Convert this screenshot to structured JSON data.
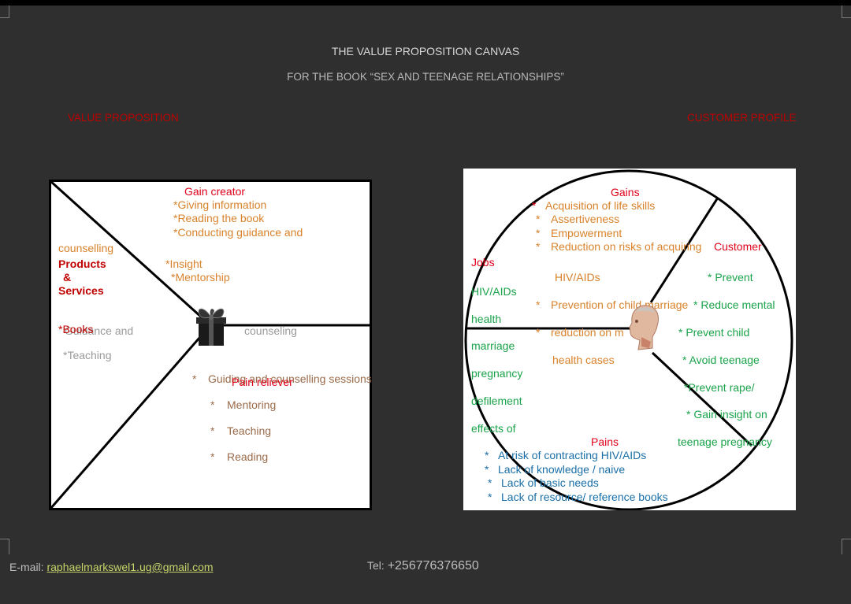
{
  "header": {
    "title": "THE VALUE PROPOSITION CANVAS",
    "subtitle": "FOR THE BOOK “SEX AND TEENAGE RELATIONSHIPS”"
  },
  "sections": {
    "left_label": "VALUE PROPOSITION",
    "right_label": "CUSTOMER PROFILE"
  },
  "value_map": {
    "gain_creator_title": "Gain creator",
    "gain_creator_items": [
      "*Giving information",
      "*Reading the book",
      "*Conducting guidance and",
      "*Insight",
      "*Mentorship"
    ],
    "products_title_lines": [
      "Products",
      "&",
      "Services"
    ],
    "products_overflow": "counselling",
    "products_items": [
      "*Books",
      "Guidance and",
      "*Teaching",
      "counseling"
    ],
    "pain_reliever_title": "Pain reliever",
    "pain_reliever_items": [
      "Guiding and counselling sessions",
      "Mentoring",
      "Teaching",
      "Reading"
    ],
    "bullet": "*"
  },
  "customer_profile": {
    "gains_title": "Gains",
    "gains_items": [
      "Acquisition of life skills",
      "Assertiveness",
      "Empowerment",
      "Reduction on risks of acquiring",
      "HIV/AIDs",
      "Prevention of child marriage",
      "reduction on m",
      "health cases"
    ],
    "jobs_title": "Jobs",
    "jobs_items": [
      "HIV/AIDs",
      "health",
      "marriage",
      "pregnancy",
      "defilement",
      "effects of"
    ],
    "customer_title": "Customer",
    "customer_items": [
      "* Prevent",
      "* Reduce mental",
      "* Prevent child",
      "* Avoid teenage",
      "*Prevent rape/",
      "* Gain insight on",
      "teenage pregnancy"
    ],
    "pains_title": "Pains",
    "pains_items": [
      "At risk of contracting HIV/AIDs",
      "Lack of knowledge / naive",
      "Lack of basic needs",
      "Lack of resource/ reference books"
    ],
    "bullet": "*"
  },
  "footer": {
    "email_label": "E-mail:",
    "email": "raphaelmarkswel1.ug@gmail.com",
    "tel_label": "Tel:",
    "tel": "+256776376650"
  },
  "icons": {
    "gift": "gift-box-icon",
    "head": "human-head-icon"
  },
  "colors": {
    "background": "#2f2f2f",
    "section_label": "#c00000",
    "gain": "#d9822b",
    "title_red": "#e0001a",
    "green": "#1aa34a",
    "blue": "#1a6fa8"
  }
}
